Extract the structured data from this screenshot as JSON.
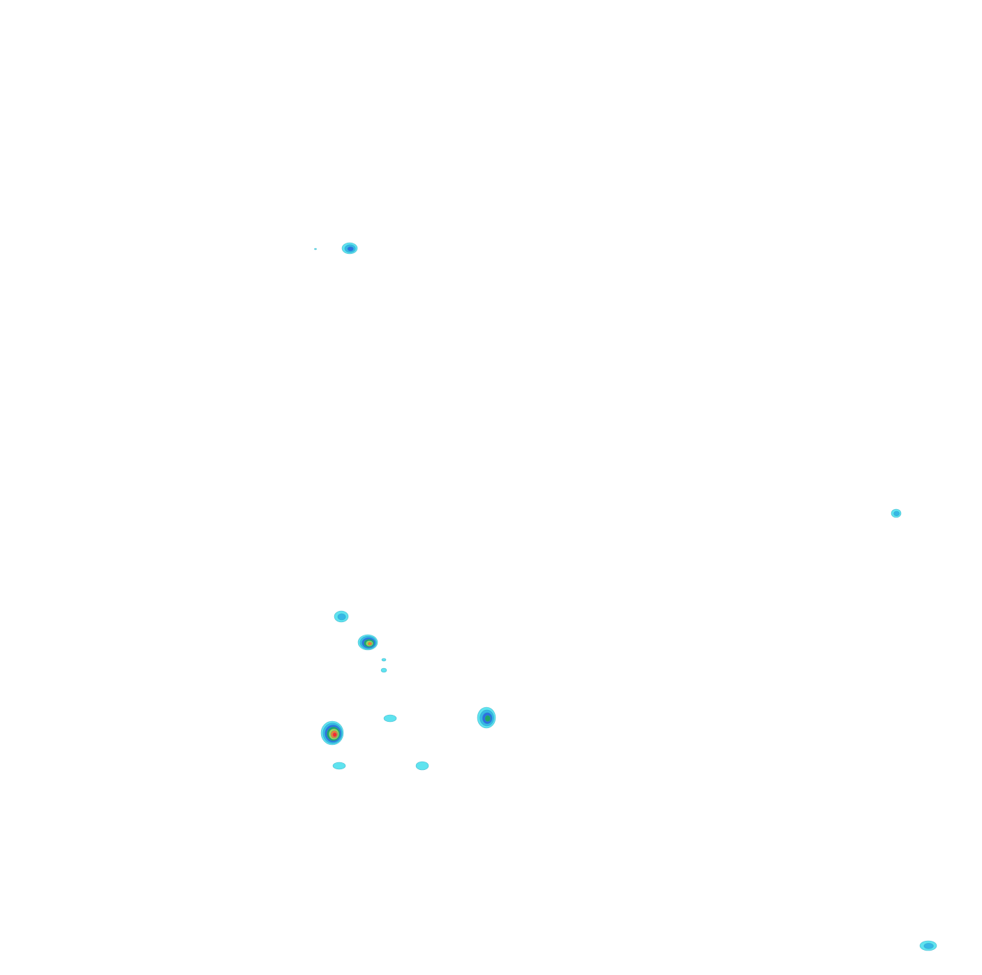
{
  "map": {
    "background": "#ffffff",
    "palette": {
      "level1": "#5fe3ef",
      "level2": "#37b7e6",
      "level3": "#2f6fe0",
      "level4": "#1fa36a",
      "level5": "#a6d84a",
      "level6": "#ff7a2a",
      "level7": "#ff2b2b",
      "outline": "#2aa4bf"
    },
    "blobs": [
      {
        "id": "blob-a",
        "levels": 3
      },
      {
        "id": "blob-a-dot",
        "levels": 1
      },
      {
        "id": "blob-b",
        "levels": 2
      },
      {
        "id": "blob-c",
        "levels": 2
      },
      {
        "id": "blob-d",
        "levels": 6
      },
      {
        "id": "blob-e",
        "levels": 1
      },
      {
        "id": "blob-f",
        "levels": 1
      },
      {
        "id": "blob-g",
        "levels": 1
      },
      {
        "id": "blob-h",
        "levels": 4
      },
      {
        "id": "blob-i",
        "levels": 7
      },
      {
        "id": "blob-j",
        "levels": 1
      },
      {
        "id": "blob-k",
        "levels": 1
      },
      {
        "id": "blob-l",
        "levels": 2
      }
    ]
  }
}
